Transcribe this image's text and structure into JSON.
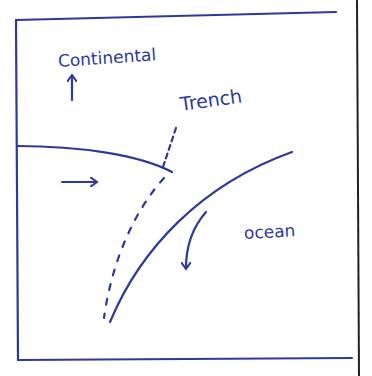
{
  "diagram": {
    "labels": [
      "Continental",
      "Trench",
      "ocean"
    ]
  }
}
